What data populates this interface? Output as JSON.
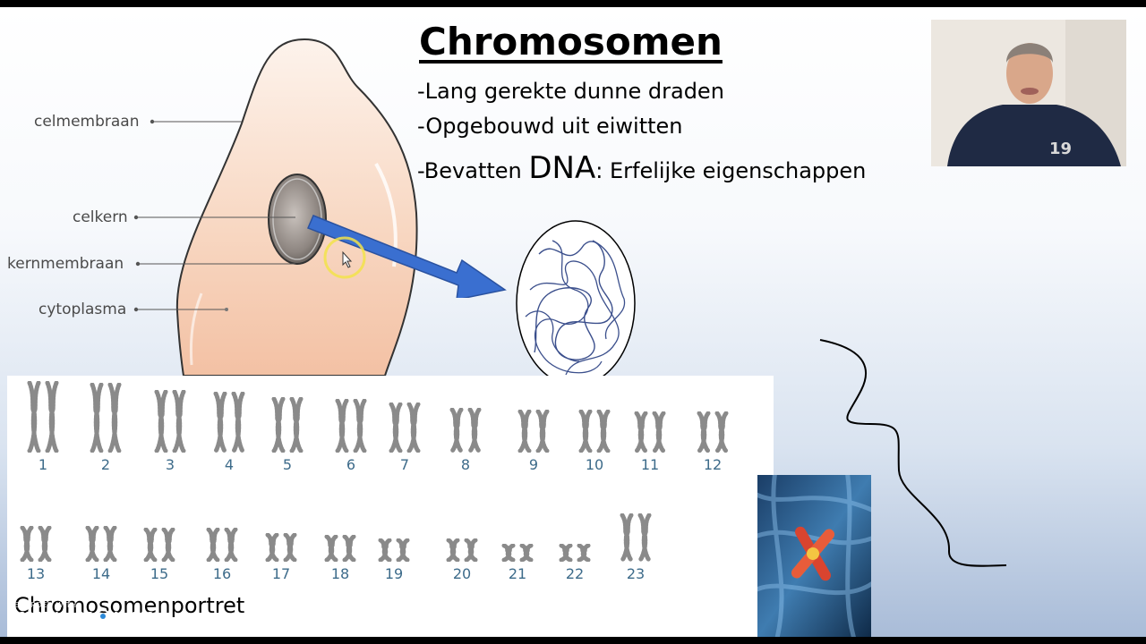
{
  "slide": {
    "title": "Chromosomen",
    "bullets": [
      {
        "text": "-Lang gerekte dunne draden"
      },
      {
        "text": "-Opgebouwd uit eiwitten"
      },
      {
        "prefix": "-Bevatten ",
        "emphasis": "DNA",
        "suffix": ": Erfelijke eigenschappen"
      }
    ]
  },
  "cell_diagram": {
    "labels": {
      "celmembraan": "celmembraan",
      "celkern": "celkern",
      "kernmembraan": "kernmembraan",
      "cytoplasma": "cytoplasma"
    }
  },
  "karyotype": {
    "row1": [
      "1",
      "2",
      "3",
      "4",
      "5",
      "6",
      "7",
      "8",
      "9",
      "10",
      "11",
      "12"
    ],
    "row2": [
      "13",
      "14",
      "15",
      "16",
      "17",
      "18",
      "19",
      "20",
      "21",
      "22",
      "23"
    ],
    "caption": "Chromosomenportret"
  },
  "watermark": {
    "line1": "RECORDED WITH",
    "line2a": "SCREENCAST",
    "line2b": "MATIC"
  },
  "colors": {
    "arrow": "#3a6fd0",
    "cell_fill": "#f6cdb3",
    "karyotype_numbers": "#3d6b8a",
    "cursor_highlight": "#f2e34a"
  },
  "icons": {
    "cursor": "mouse-pointer-icon",
    "watermark_logo": "screencast-o-matic-logo"
  }
}
